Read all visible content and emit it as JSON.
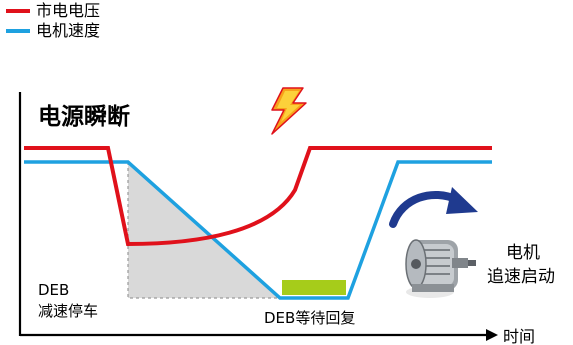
{
  "legend": {
    "grid_voltage": {
      "label": "市电电压",
      "color": "#e0111b"
    },
    "motor_speed": {
      "label": "电机速度",
      "color": "#1ea1e0"
    }
  },
  "title": "电源瞬断",
  "deb_decel": {
    "line1": "DEB",
    "line2": "减速停车"
  },
  "deb_wait": "DEB等待回复",
  "motor_restart": {
    "line1": "电机",
    "line2": "追速启动"
  },
  "axis_time_label": "时间",
  "colors": {
    "voltage": "#e0111b",
    "speed": "#1ea1e0",
    "decel_area": "#d9d9d9",
    "wait_bar": "#a6cc1a",
    "axis": "#000000",
    "arrow": "#1f3a8f"
  },
  "icons": {
    "lightning": "lightning-icon",
    "motor": "motor-icon",
    "restart_arrow": "curved-arrow-icon"
  }
}
